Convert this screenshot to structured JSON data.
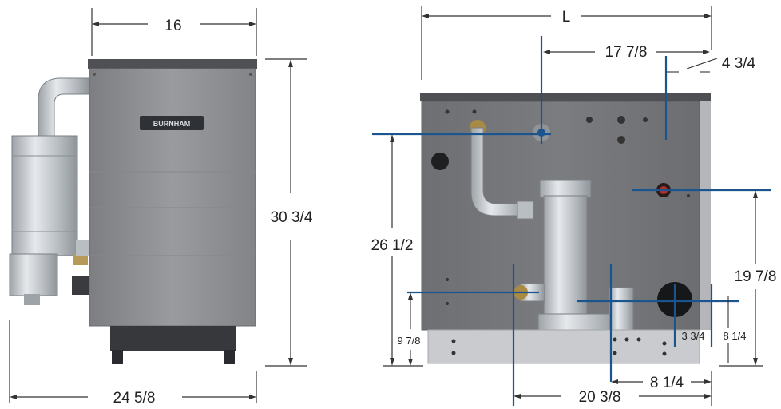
{
  "brand": {
    "logo_text": "BURNHAM"
  },
  "colors": {
    "cabinet": "#8e8f92",
    "cabinet_dark": "#5e5f62",
    "steel": "#c8ccd0",
    "pipe_accent": "#1a5590",
    "dimension_line": "#333333",
    "logo_badge": "#2e3136"
  },
  "left_view": {
    "width_label": "16",
    "height_label": "30 3/4",
    "depth_label": "24 5/8"
  },
  "right_view": {
    "overall_width_label": "L",
    "flue_offset_label": "17 7/8",
    "side_offset_label": "4 3/4",
    "supply_height_label": "26 1/2",
    "return_height_label": "9 7/8",
    "side_tapping_height_label": "19 7/8",
    "flue_center_label": "3 3/4",
    "gas_center_label": "8 1/4",
    "base_offset_label": "8 1/4",
    "return_offset_label": "20 3/8"
  }
}
